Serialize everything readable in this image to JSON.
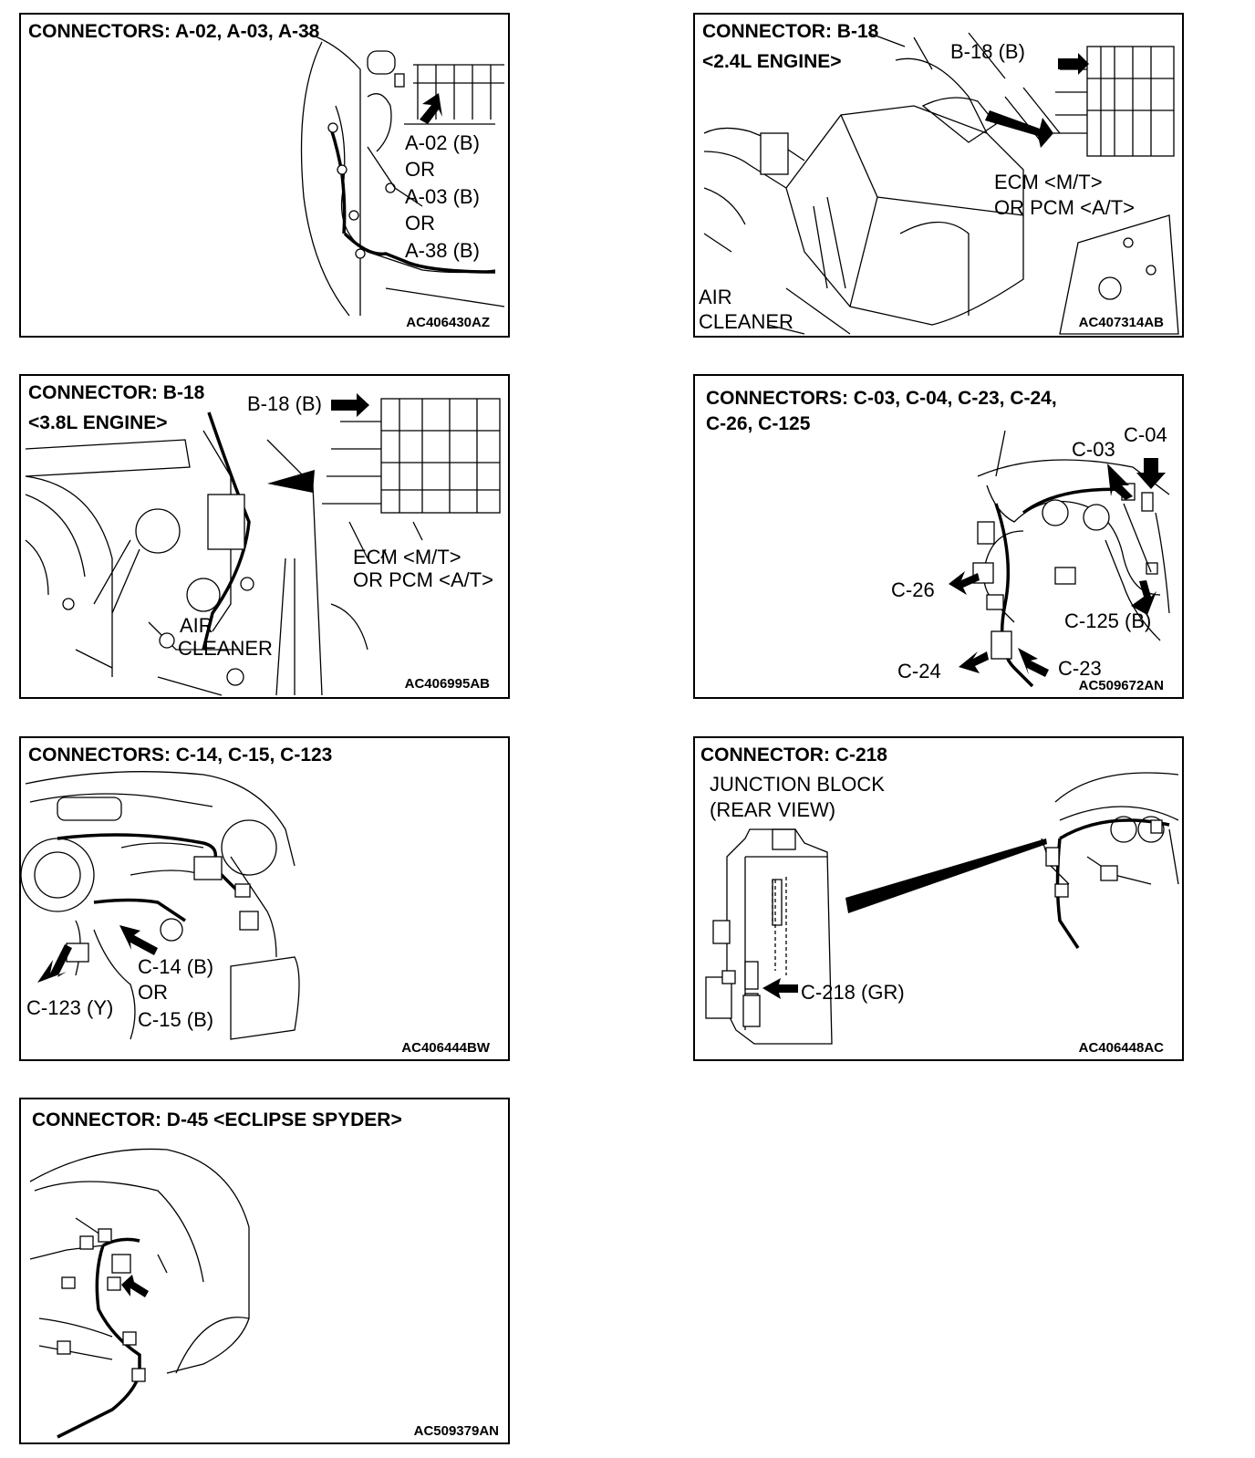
{
  "panels": [
    {
      "title": "CONNECTORS: A-02, A-03, A-38",
      "labels": [
        "A-02 (B)",
        "OR",
        "A-03 (B)",
        "OR",
        "A-38 (B)"
      ],
      "code": "AC406430AZ"
    },
    {
      "title_line1": "CONNECTOR: B-18",
      "title_line2": "<2.4L ENGINE>",
      "connector_label": "B-18 (B)",
      "module_line1": "ECM <M/T>",
      "module_line2": "OR PCM <A/T>",
      "part_line1": "AIR",
      "part_line2": "CLEANER",
      "code": "AC407314AB"
    },
    {
      "title_line1": "CONNECTOR: B-18",
      "title_line2": "<3.8L ENGINE>",
      "connector_label": "B-18 (B)",
      "module_line1": "ECM <M/T>",
      "module_line2": "OR PCM <A/T>",
      "part_line1": "AIR",
      "part_line2": "CLEANER",
      "code": "AC406995AB"
    },
    {
      "title_line1": "CONNECTORS: C-03, C-04, C-23, C-24,",
      "title_line2": "C-26, C-125",
      "labels": {
        "c03": "C-03",
        "c04": "C-04",
        "c26": "C-26",
        "c125": "C-125 (B)",
        "c24": "C-24",
        "c23": "C-23"
      },
      "code": "AC509672AN"
    },
    {
      "title": "CONNECTORS: C-14, C-15, C-123",
      "labels": {
        "c14": "C-14 (B)",
        "or": "OR",
        "c15": "C-15 (B)",
        "c123": "C-123 (Y)"
      },
      "code": "AC406444BW"
    },
    {
      "title": "CONNECTOR: C-218",
      "sub_line1": "JUNCTION BLOCK",
      "sub_line2": "(REAR VIEW)",
      "connector_label": "C-218 (GR)",
      "code": "AC406448AC"
    },
    {
      "title": "CONNECTOR: D-45 <ECLIPSE SPYDER>",
      "code": "AC509379AN"
    }
  ]
}
